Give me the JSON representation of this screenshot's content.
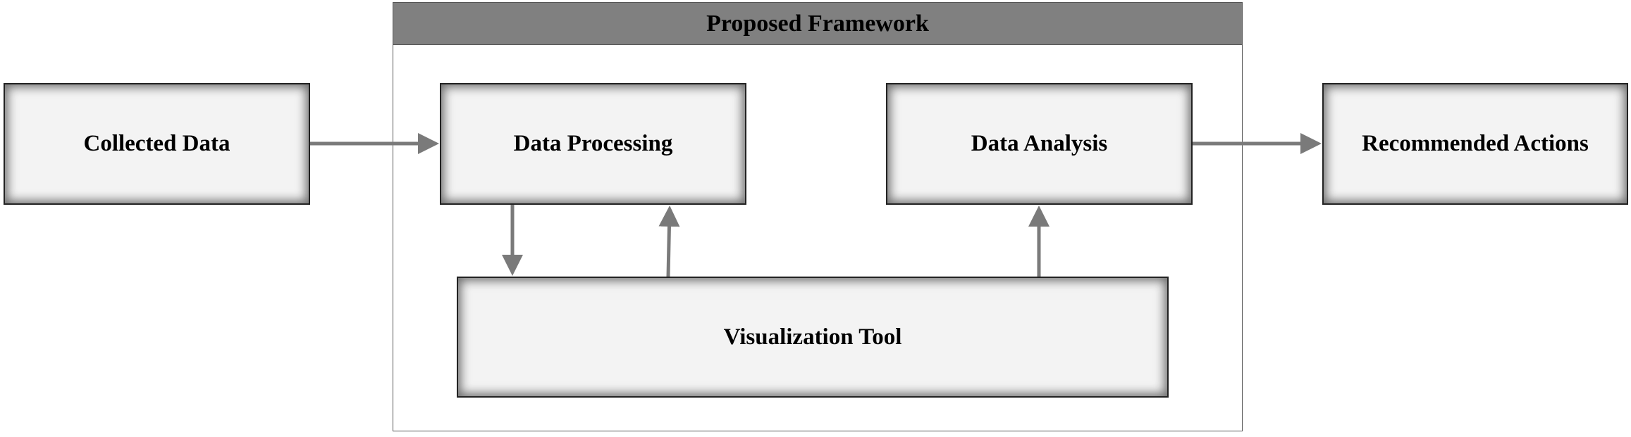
{
  "framework": {
    "title": "Proposed Framework"
  },
  "nodes": {
    "collected_data": "Collected Data",
    "data_processing": "Data Processing",
    "data_analysis": "Data Analysis",
    "recommended_actions": "Recommended Actions",
    "visualization_tool": "Visualization Tool"
  },
  "colors": {
    "header_fill": "#808080",
    "box_fill": "#f3f3f3",
    "arrow": "#7a7a7a"
  }
}
